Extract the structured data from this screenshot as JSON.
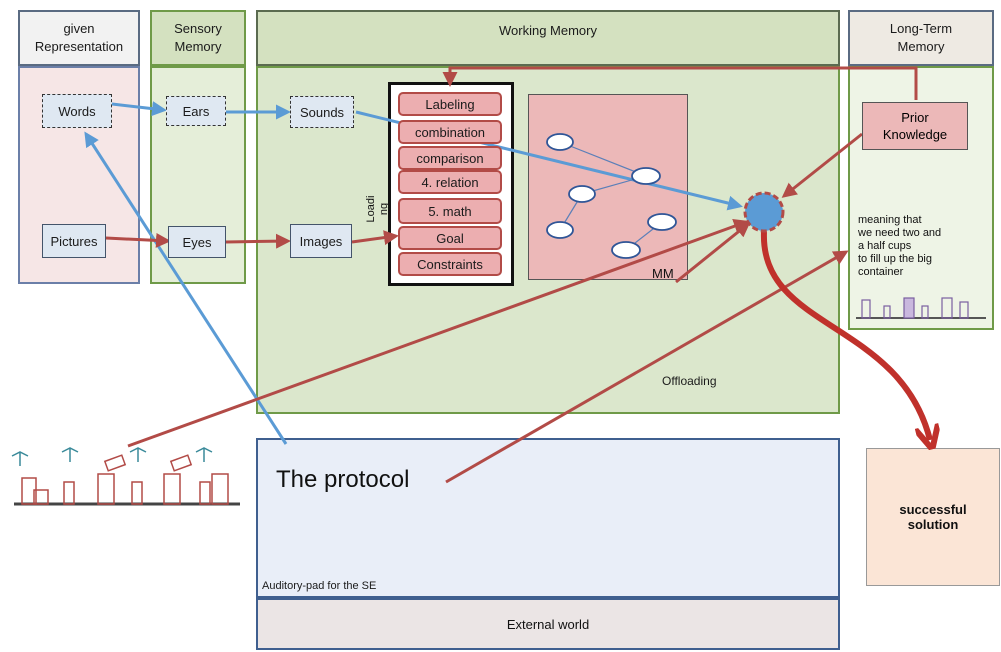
{
  "columns": {
    "given_representation": "given\nRepresentation",
    "sensory_memory": "Sensory\nMemory",
    "working_memory": "Working Memory",
    "long_term_memory": "Long-Term\nMemory"
  },
  "nodes": {
    "words": "Words",
    "ears": "Ears",
    "sounds": "Sounds",
    "pictures": "Pictures",
    "eyes": "Eyes",
    "images": "Images",
    "prior_knowledge": "Prior\nKnowledge"
  },
  "loading_label": "Loadi\nng",
  "stages": [
    "Labeling",
    "combination",
    "comparison",
    "4. relation",
    "5. math",
    "Goal",
    "Constraints"
  ],
  "mm_label": "MM",
  "meaning_text": "meaning that\nwe need two and\na half cups\nto fill up the big\ncontainer",
  "offloading_label": "Offloading",
  "protocol_label": "The protocol",
  "auditory_pad_label": "Auditory-pad for the SE",
  "external_world_label": "External world",
  "solution_label": "successful\nsolution",
  "colors": {
    "pink_bg": "#f6e6e6",
    "green_bg": "#e5eed9",
    "header_green": "#d4e1c0",
    "blue_arrow": "#5b9bd5",
    "red_arrow": "#b24b47",
    "solution_bg": "#fbe5d6",
    "protocol_bg": "#e9eef8"
  }
}
